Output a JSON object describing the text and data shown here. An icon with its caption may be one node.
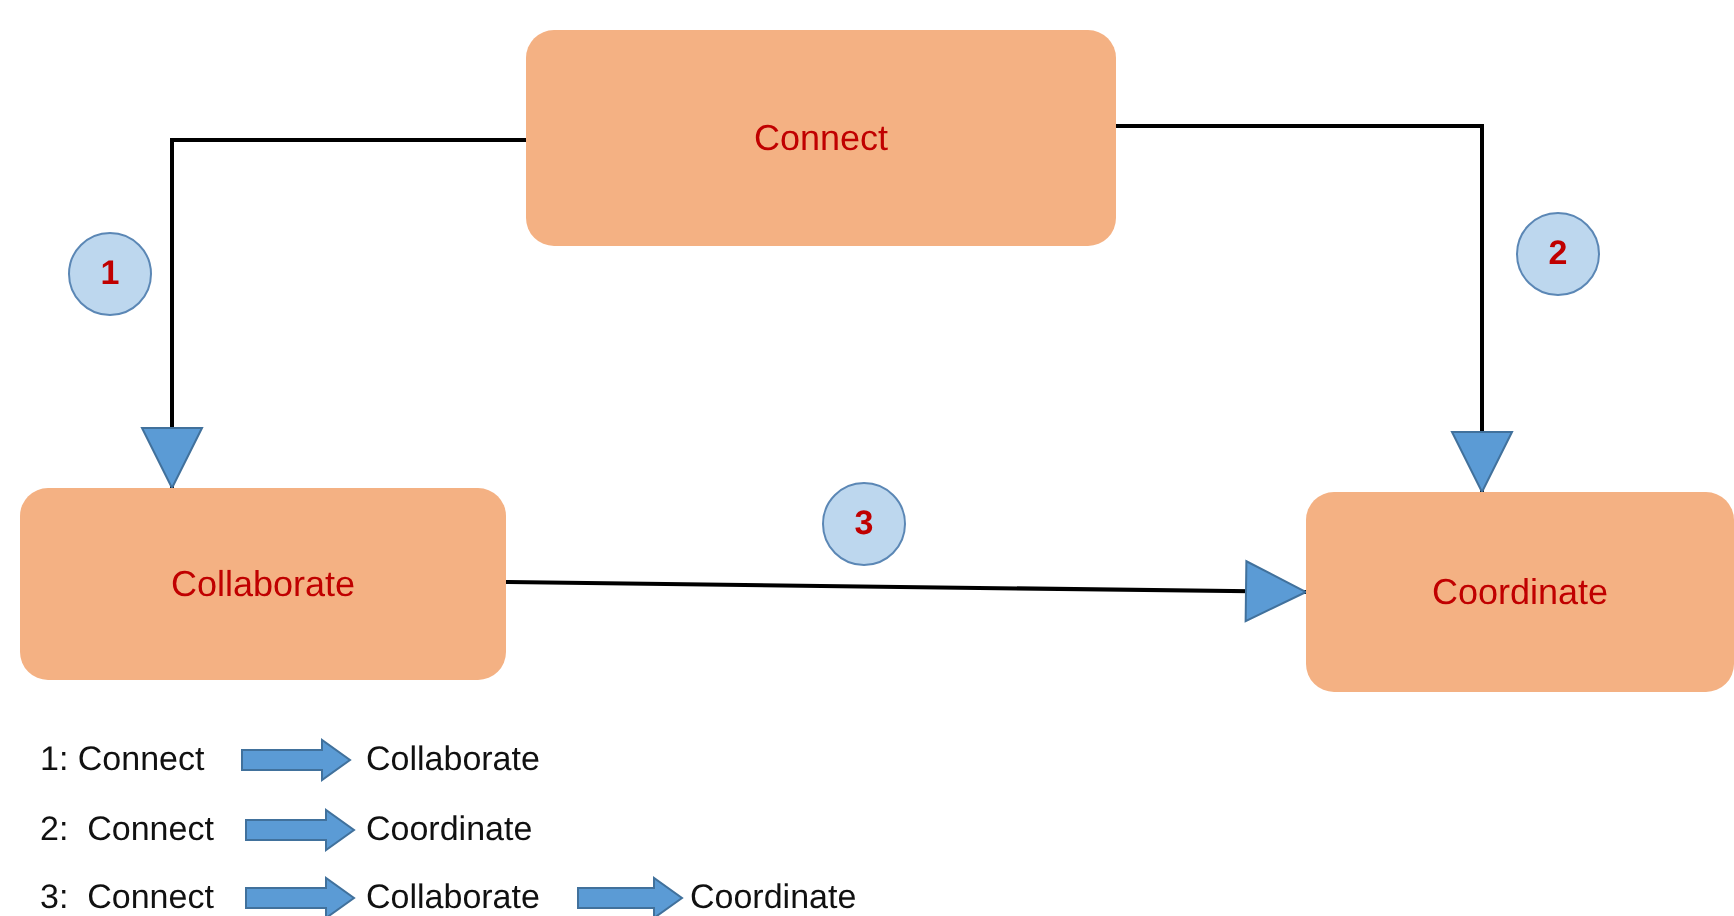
{
  "diagram": {
    "nodes": [
      {
        "text": [
          "Connect"
        ]
      },
      {
        "text": [
          "Collaborate"
        ]
      },
      {
        "text": [
          "Coordinate"
        ]
      }
    ],
    "edges": [
      {
        "from": 0,
        "to": 1,
        "arrow": "to"
      },
      {
        "from": 0,
        "to": 2,
        "arrow": "to"
      },
      {
        "from": 1,
        "to": 2,
        "arrow": "to"
      }
    ],
    "labels": [
      "1",
      "2",
      "3",
      "1: Connect",
      "Collaborate",
      "2:  Connect",
      "Coordinate",
      "3:  Connect",
      "Collaborate",
      "Coordinate"
    ]
  }
}
